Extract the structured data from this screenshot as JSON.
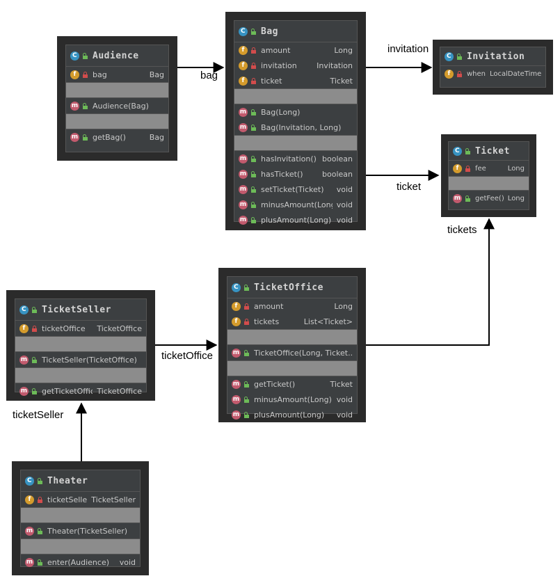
{
  "classes": {
    "audience": {
      "name": "Audience",
      "fields": [
        {
          "name": "bag",
          "type": "Bag"
        }
      ],
      "constructors": [
        {
          "name": "Audience(Bag)",
          "type": ""
        }
      ],
      "methods": [
        {
          "name": "getBag()",
          "type": "Bag"
        }
      ]
    },
    "bag": {
      "name": "Bag",
      "fields": [
        {
          "name": "amount",
          "type": "Long"
        },
        {
          "name": "invitation",
          "type": "Invitation"
        },
        {
          "name": "ticket",
          "type": "Ticket"
        }
      ],
      "constructors": [
        {
          "name": "Bag(Long)",
          "type": ""
        },
        {
          "name": "Bag(Invitation, Long)",
          "type": ""
        }
      ],
      "methods": [
        {
          "name": "hasInvitation()",
          "type": "boolean"
        },
        {
          "name": "hasTicket()",
          "type": "boolean"
        },
        {
          "name": "setTicket(Ticket)",
          "type": "void"
        },
        {
          "name": "minusAmount(Long)",
          "type": "void"
        },
        {
          "name": "plusAmount(Long)",
          "type": "void"
        }
      ]
    },
    "invitation": {
      "name": "Invitation",
      "fields": [
        {
          "name": "when",
          "type": "LocalDateTime"
        }
      ]
    },
    "ticket": {
      "name": "Ticket",
      "fields": [
        {
          "name": "fee",
          "type": "Long"
        }
      ],
      "methods": [
        {
          "name": "getFee()",
          "type": "Long"
        }
      ]
    },
    "ticketOffice": {
      "name": "TicketOffice",
      "fields": [
        {
          "name": "amount",
          "type": "Long"
        },
        {
          "name": "tickets",
          "type": "List<Ticket>"
        }
      ],
      "constructors": [
        {
          "name": "TicketOffice(Long, Ticket...)",
          "type": ""
        }
      ],
      "methods": [
        {
          "name": "getTicket()",
          "type": "Ticket"
        },
        {
          "name": "minusAmount(Long)",
          "type": "void"
        },
        {
          "name": "plusAmount(Long)",
          "type": "void"
        }
      ]
    },
    "ticketSeller": {
      "name": "TicketSeller",
      "fields": [
        {
          "name": "ticketOffice",
          "type": "TicketOffice"
        }
      ],
      "constructors": [
        {
          "name": "TicketSeller(TicketOffice)",
          "type": ""
        }
      ],
      "methods": [
        {
          "name": "getTicketOffice()",
          "type": "TicketOffice"
        }
      ]
    },
    "theater": {
      "name": "Theater",
      "fields": [
        {
          "name": "ticketSeller",
          "type": "TicketSeller"
        }
      ],
      "constructors": [
        {
          "name": "Theater(TicketSeller)",
          "type": ""
        }
      ],
      "methods": [
        {
          "name": "enter(Audience)",
          "type": "void"
        }
      ]
    }
  },
  "associations": {
    "bag": "bag",
    "invitation": "invitation",
    "ticket": "ticket",
    "tickets": "tickets",
    "ticketOffice": "ticketOffice",
    "ticketSeller": "ticketSeller"
  },
  "icons": {
    "class": "C",
    "field": "f",
    "method": "m"
  },
  "colors": {
    "class_icon": "#3793c2",
    "field_icon": "#d49b2c",
    "method_icon": "#c25a6d",
    "public": "#6dbb58",
    "private": "#d24c4c",
    "separator": "#8c8c8c",
    "box_bg": "#3c3f41"
  }
}
